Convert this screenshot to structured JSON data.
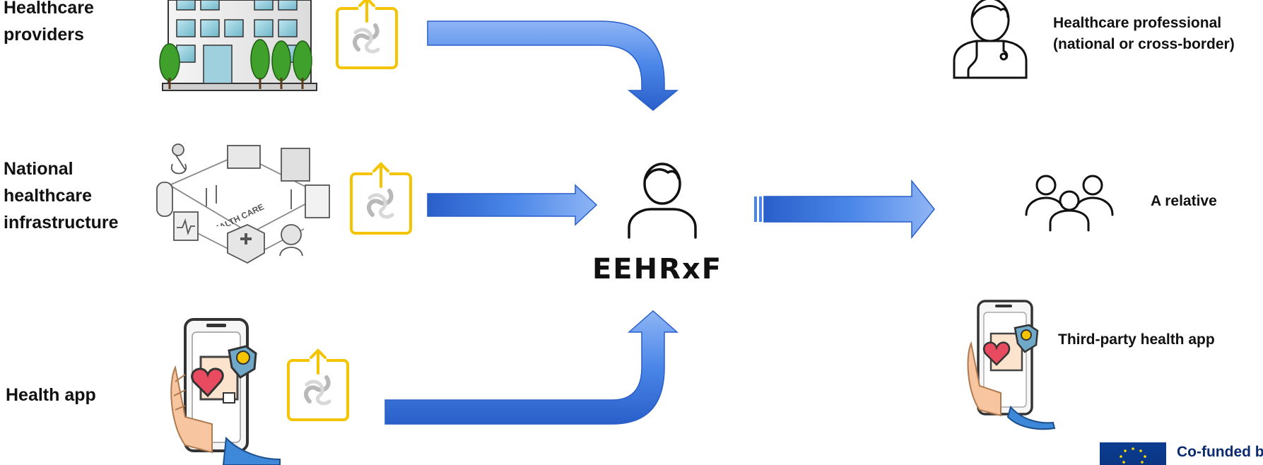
{
  "sources": {
    "providers": "Healthcare providers",
    "national": "National healthcare infrastructure",
    "app": "Health app"
  },
  "center": {
    "title": "EEHRxF"
  },
  "recipients": {
    "professional": "Healthcare professional (national or cross-border)",
    "relative": "A relative",
    "third_party": "Third-party health app"
  },
  "infrastructure_art_text": "HEALTH CARE",
  "footer": {
    "funding": "Co-funded b"
  },
  "colors": {
    "arrow": "#4a86e8",
    "arrow_dark": "#2a5fc9",
    "export_icon": "#f5c400",
    "eu_blue": "#0b3d91",
    "eu_star": "#ffdd00"
  },
  "icons": {
    "hospital": "hospital-building-icon",
    "infrastructure": "healthcare-infrastructure-illustration",
    "phone": "hand-holding-phone-icon",
    "export": "export-share-icon",
    "patient": "patient-person-icon",
    "doctor": "doctor-stethoscope-icon",
    "group": "group-people-icon",
    "eu": "eu-flag-icon"
  }
}
